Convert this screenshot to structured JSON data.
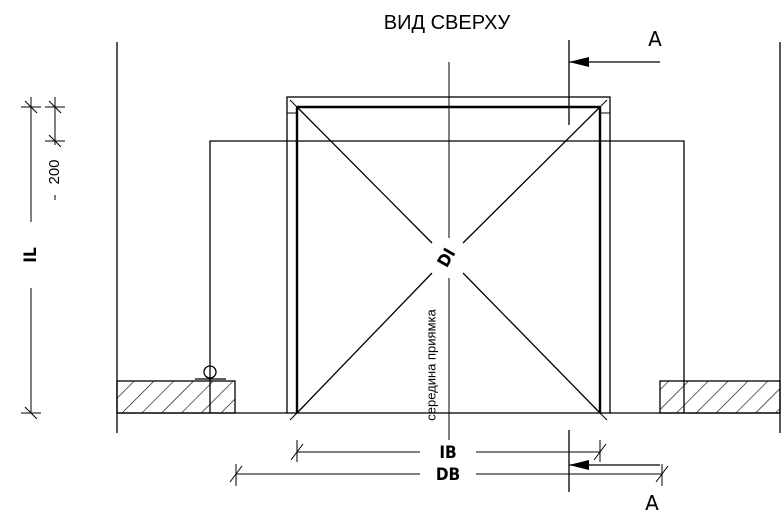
{
  "title": "ВИД СВЕРХУ",
  "section_marks": {
    "top": "A",
    "bottom": "A"
  },
  "dimensions": {
    "car_diagonal": "DI",
    "inner_width": "IB",
    "door_width": "DB",
    "length": "IL",
    "offset": "200"
  },
  "center_label": "середина приямка"
}
